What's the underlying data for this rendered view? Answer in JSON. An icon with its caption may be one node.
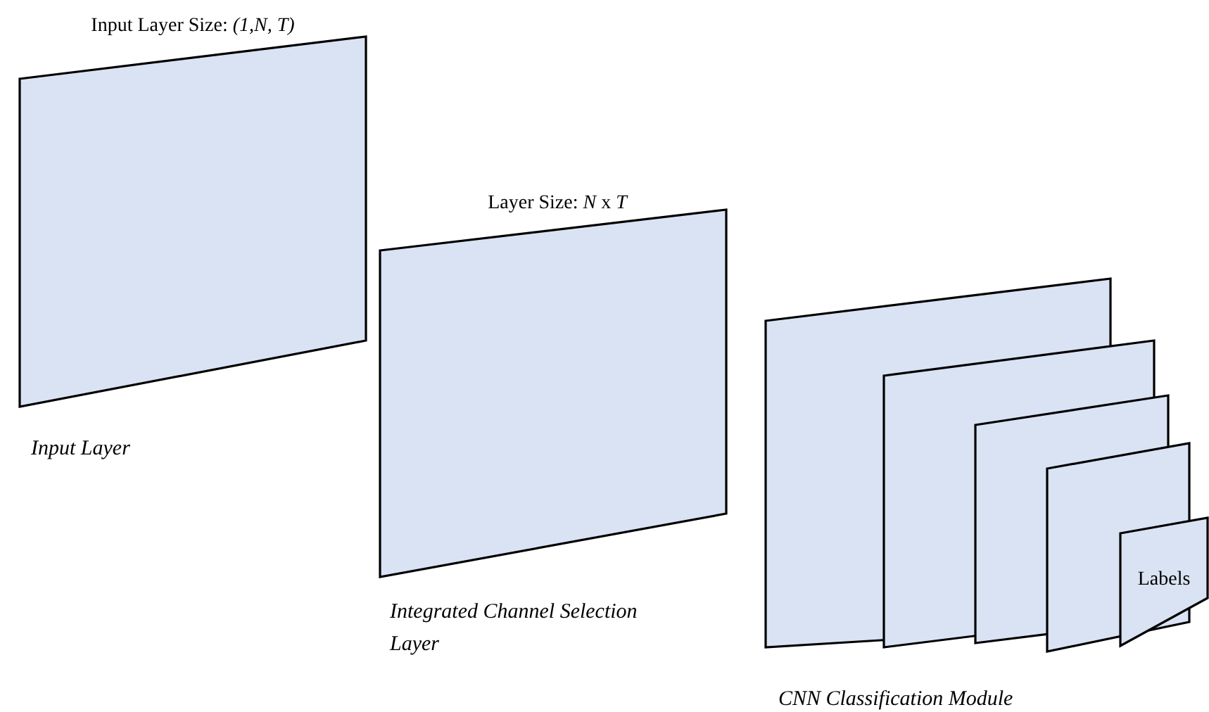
{
  "diagram": {
    "nodes": [
      {
        "text": [
          "Input Layer Size: *(1,N, T)*"
        ],
        "beside": [
          "Input Layer"
        ]
      },
      {
        "text": [
          "Layer Size: *N* x *T*"
        ],
        "beside": [
          "Integrated Channel Selection Layer"
        ]
      },
      {
        "text": [],
        "shape": "box"
      },
      {
        "text": [],
        "shape": "box"
      },
      {
        "text": [],
        "shape": "box"
      },
      {
        "text": [],
        "shape": "box"
      },
      {
        "text": [
          "Labels"
        ]
      }
    ],
    "labels": [
      "CNN Classification Module"
    ]
  }
}
